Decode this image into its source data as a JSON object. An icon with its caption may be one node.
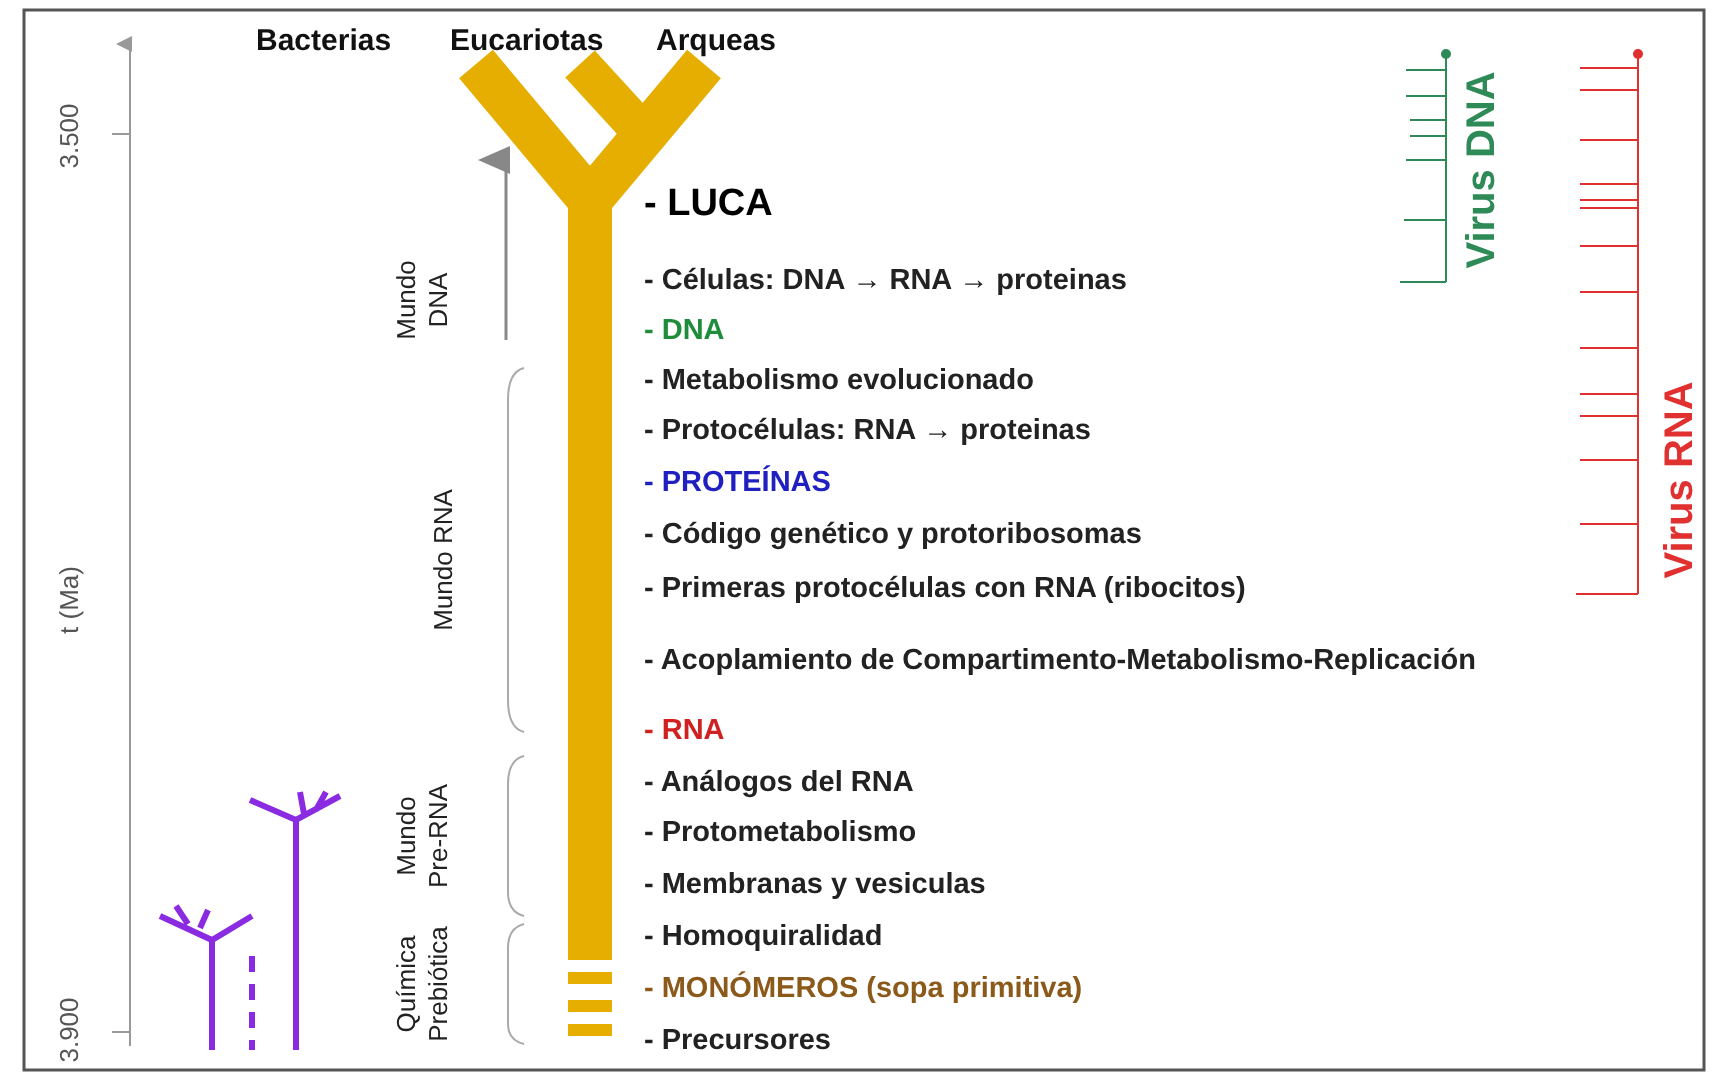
{
  "diagram": {
    "labels": [
      "3.500",
      "t (Ma)",
      "3.900",
      "Bacterias",
      "Eucariotas",
      "Arqueas",
      "Virus DNA",
      "Virus RNA",
      "Mundo DNA",
      "Mundo RNA",
      "Mundo Pre-RNA",
      "Química Prebiótica",
      "- LUCA",
      "- Células: DNA → RNA → proteinas",
      "- DNA",
      "- Metabolismo evolucionado",
      "- Protocélulas: RNA → proteinas",
      "- PROTEÍNAS",
      "- Código genético y protoribosomas",
      "- Primeras protocélulas con RNA (ribocitos)",
      "- Acoplamiento de Compartimento-Metabolismo-Replicación",
      "- RNA",
      "- Análogos del RNA",
      "- Protometabolismo",
      "- Membranas y vesiculas",
      "- Homoquiralidad",
      "- MONÓMEROS (sopa primitiva)",
      "- Precursores"
    ]
  }
}
